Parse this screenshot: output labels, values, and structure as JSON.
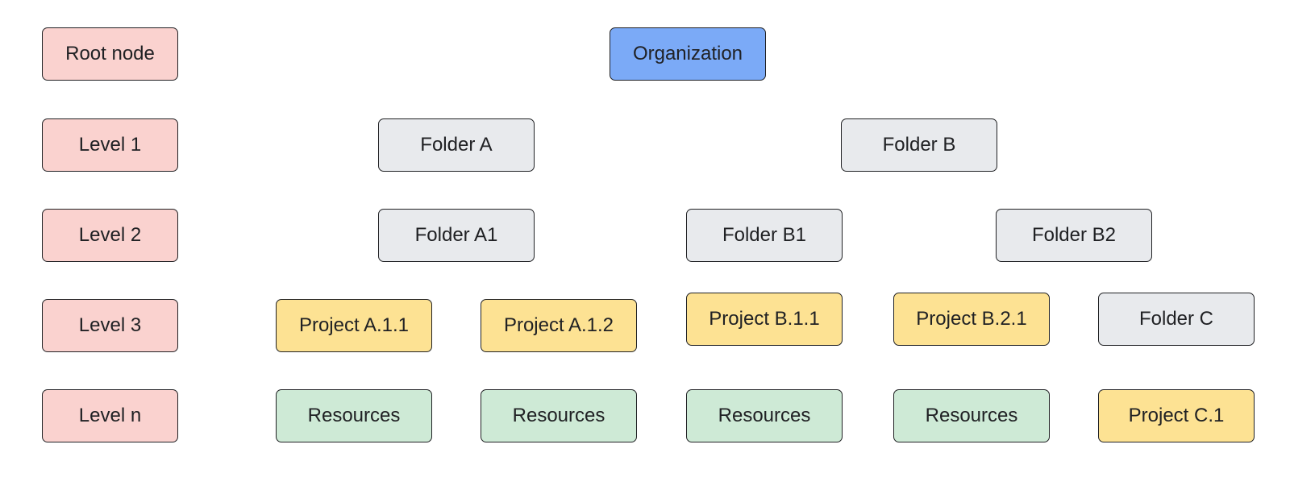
{
  "level_labels": [
    "Root node",
    "Level 1",
    "Level 2",
    "Level 3",
    "Level n"
  ],
  "nodes": {
    "organization": "Organization",
    "folder_a": "Folder A",
    "folder_b": "Folder B",
    "folder_a1": "Folder A1",
    "folder_b1": "Folder B1",
    "folder_b2": "Folder B2",
    "project_a11": "Project A.1.1",
    "project_a12": "Project A.1.2",
    "project_b11": "Project B.1.1",
    "project_b21": "Project B.2.1",
    "folder_c": "Folder C",
    "resources": [
      "Resources",
      "Resources",
      "Resources",
      "Resources"
    ],
    "project_c1": "Project C.1"
  },
  "colors": {
    "level_label": "#FAD2CF",
    "organization": "#7BAAF7",
    "folder": "#E8EAED",
    "project": "#FDE293",
    "resources": "#CEEAD6",
    "border": "#202124"
  }
}
